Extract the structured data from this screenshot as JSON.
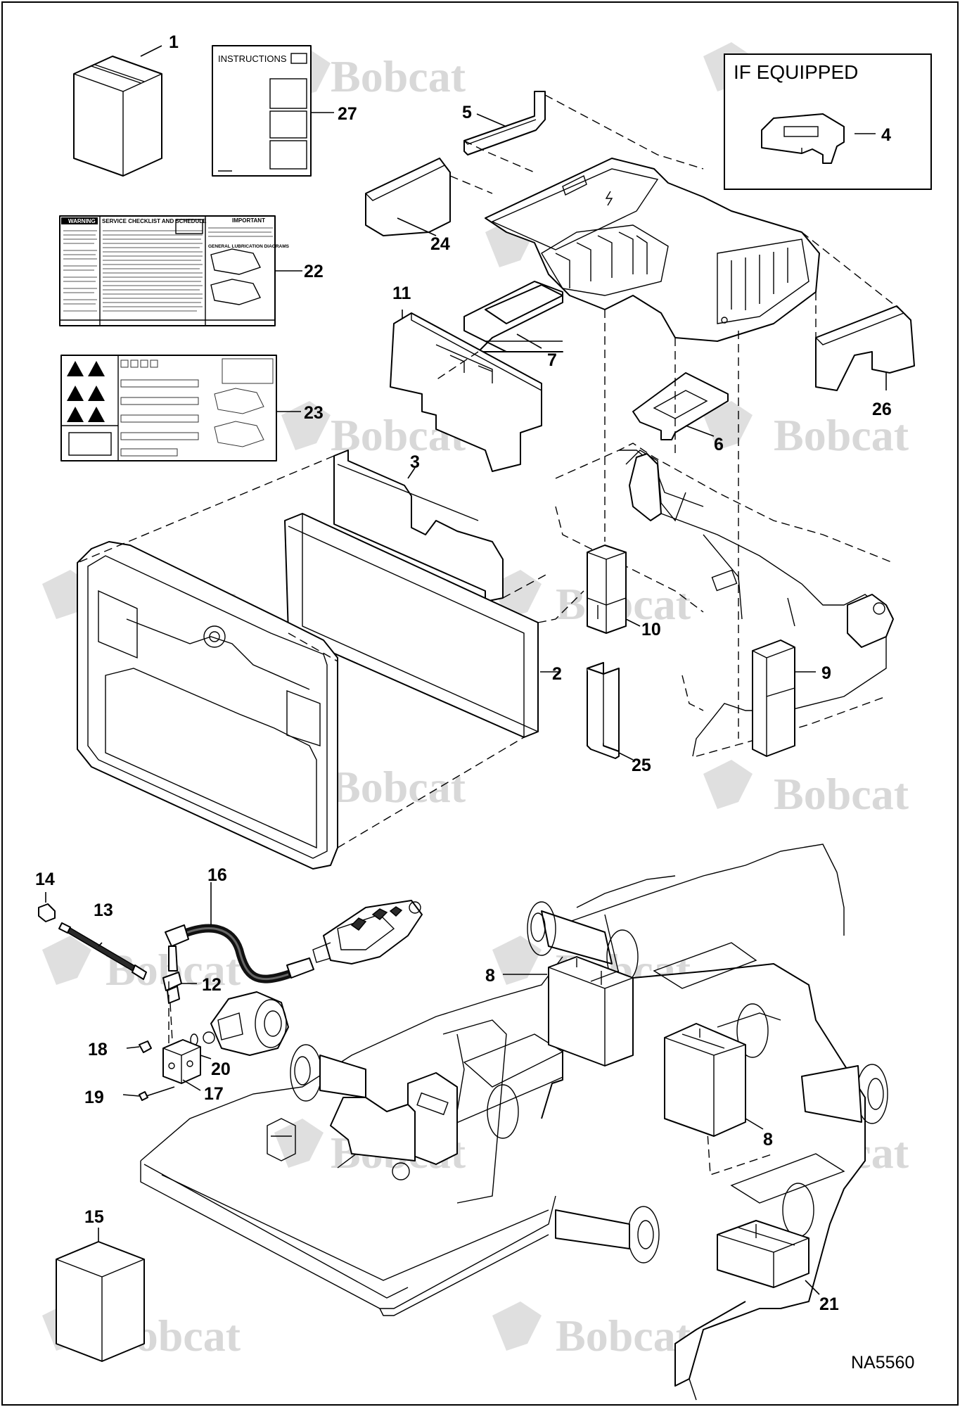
{
  "watermark": {
    "text": "Bobcat"
  },
  "drawing_code": "NA5560",
  "if_equipped_box": {
    "label": "IF EQUIPPED"
  },
  "instructions_sheet": {
    "title": "INSTRUCTIONS"
  },
  "decal_service": {
    "warning": "WARNING",
    "checklist": "SERVICE CHECKLIST AND SCHEDULE",
    "important": "IMPORTANT",
    "lubrication": "GENERAL LUBRICATION DIAGRAMS"
  },
  "callouts": {
    "c1": "1",
    "c2": "2",
    "c3": "3",
    "c4": "4",
    "c5": "5",
    "c6": "6",
    "c7": "7",
    "c8a": "8",
    "c8b": "8",
    "c9": "9",
    "c10": "10",
    "c11": "11",
    "c12": "12",
    "c13": "13",
    "c14": "14",
    "c15": "15",
    "c16": "16",
    "c17": "17",
    "c18": "18",
    "c19": "19",
    "c20": "20",
    "c21": "21",
    "c22": "22",
    "c23": "23",
    "c24": "24",
    "c25": "25",
    "c26": "26",
    "c27": "27"
  }
}
